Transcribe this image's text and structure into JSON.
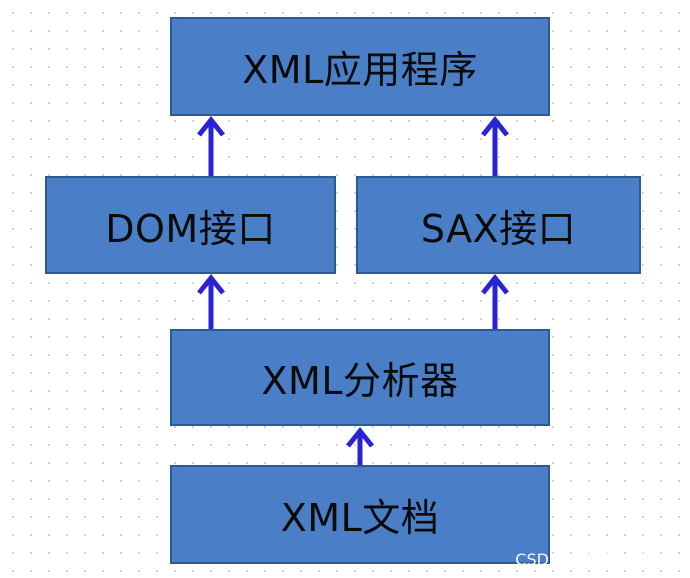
{
  "diagram": {
    "nodes": {
      "app": "XML应用程序",
      "dom": "DOM接口",
      "sax": "SAX接口",
      "parser": "XML分析器",
      "document": "XML文档"
    },
    "edges": [
      {
        "from": "document",
        "to": "parser"
      },
      {
        "from": "parser",
        "to": "dom"
      },
      {
        "from": "parser",
        "to": "sax"
      },
      {
        "from": "dom",
        "to": "app"
      },
      {
        "from": "sax",
        "to": "app"
      }
    ],
    "colors": {
      "box_fill": "#4a7ec6",
      "box_border": "#2c5a96",
      "arrow": "#2a23d6",
      "text": "#0b0b0b"
    }
  },
  "watermark": "CSDN @我爱吃必胜客"
}
